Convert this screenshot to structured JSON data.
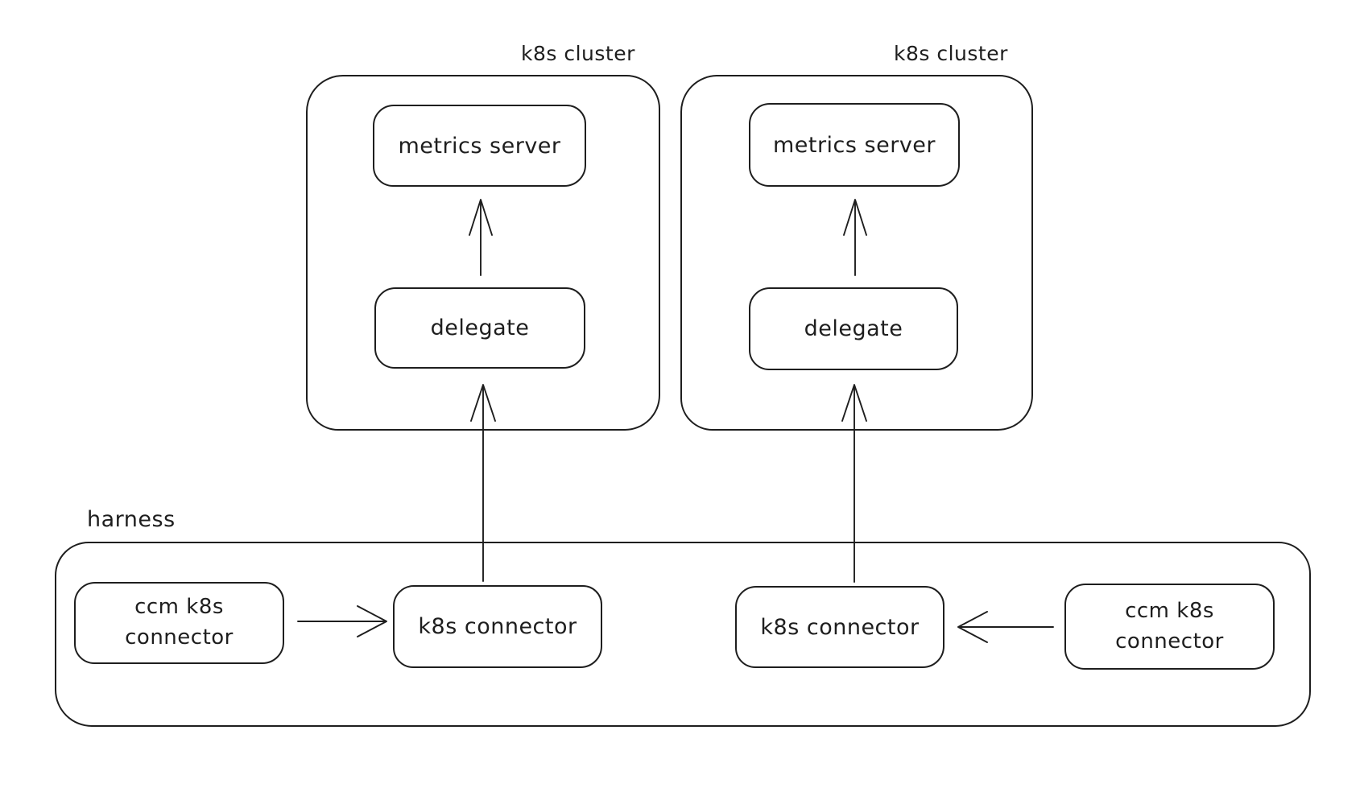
{
  "canvas": {
    "background": "#ffffff",
    "stroke_color": "#1e1e1e"
  },
  "clusters": [
    {
      "label": "k8s cluster",
      "nodes": {
        "metrics_server": "metrics server",
        "delegate": "delegate"
      }
    },
    {
      "label": "k8s cluster",
      "nodes": {
        "metrics_server": "metrics server",
        "delegate": "delegate"
      }
    }
  ],
  "harness": {
    "label": "harness",
    "nodes": {
      "ccm_connector_left": "ccm k8s connector",
      "k8s_connector_left": "k8s connector",
      "k8s_connector_right": "k8s connector",
      "ccm_connector_right": "ccm k8s connector"
    }
  },
  "arrows": {
    "delegate_to_metrics_left": "delegate -> metrics server (left cluster)",
    "delegate_to_metrics_right": "delegate -> metrics server (right cluster)",
    "k8s_connector_to_delegate_left": "k8s connector -> delegate (left)",
    "k8s_connector_to_delegate_right": "k8s connector -> delegate (right)",
    "ccm_to_k8s_connector_left": "ccm k8s connector -> k8s connector (left)",
    "ccm_to_k8s_connector_right": "ccm k8s connector -> k8s connector (right)"
  }
}
